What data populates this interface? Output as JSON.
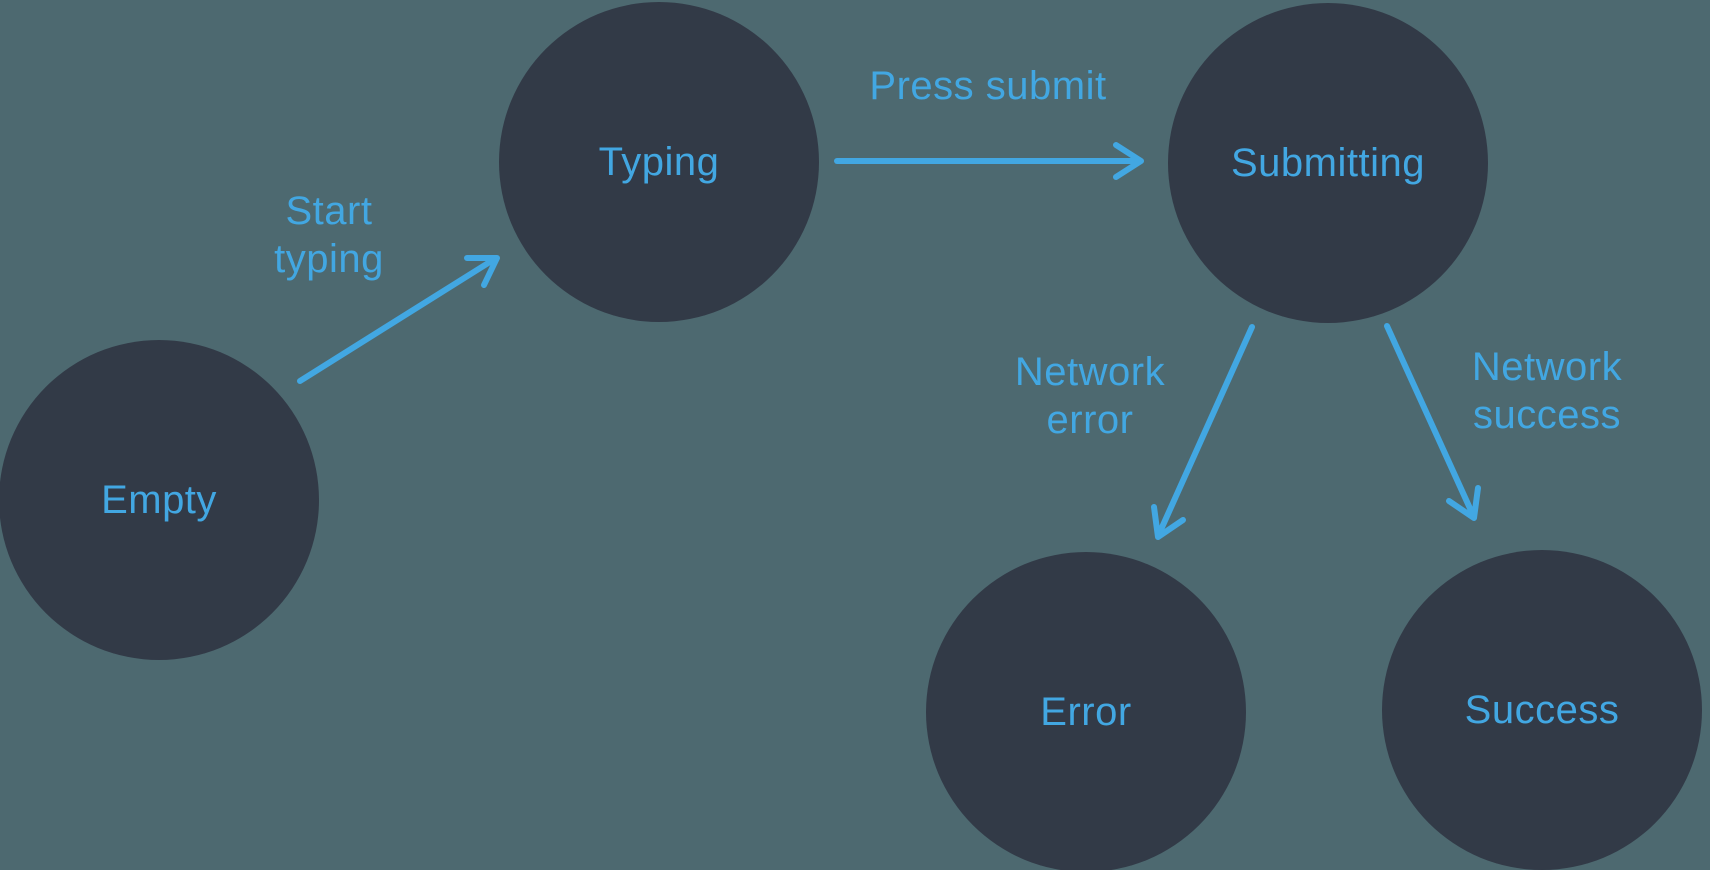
{
  "diagram": {
    "type": "state-machine",
    "colors": {
      "background": "#4d6970",
      "node_fill": "#323a47",
      "accent": "#42a7e2"
    },
    "nodes": [
      {
        "id": "empty",
        "label": "Empty"
      },
      {
        "id": "typing",
        "label": "Typing"
      },
      {
        "id": "submitting",
        "label": "Submitting"
      },
      {
        "id": "error",
        "label": "Error"
      },
      {
        "id": "success",
        "label": "Success"
      }
    ],
    "edges": [
      {
        "from": "empty",
        "to": "typing",
        "label": "Start typing",
        "label_lines": [
          "Start",
          "typing"
        ]
      },
      {
        "from": "typing",
        "to": "submitting",
        "label": "Press submit",
        "label_lines": [
          "Press submit"
        ]
      },
      {
        "from": "submitting",
        "to": "error",
        "label": "Network error",
        "label_lines": [
          "Network",
          "error"
        ]
      },
      {
        "from": "submitting",
        "to": "success",
        "label": "Network success",
        "label_lines": [
          "Network",
          "success"
        ]
      }
    ]
  }
}
